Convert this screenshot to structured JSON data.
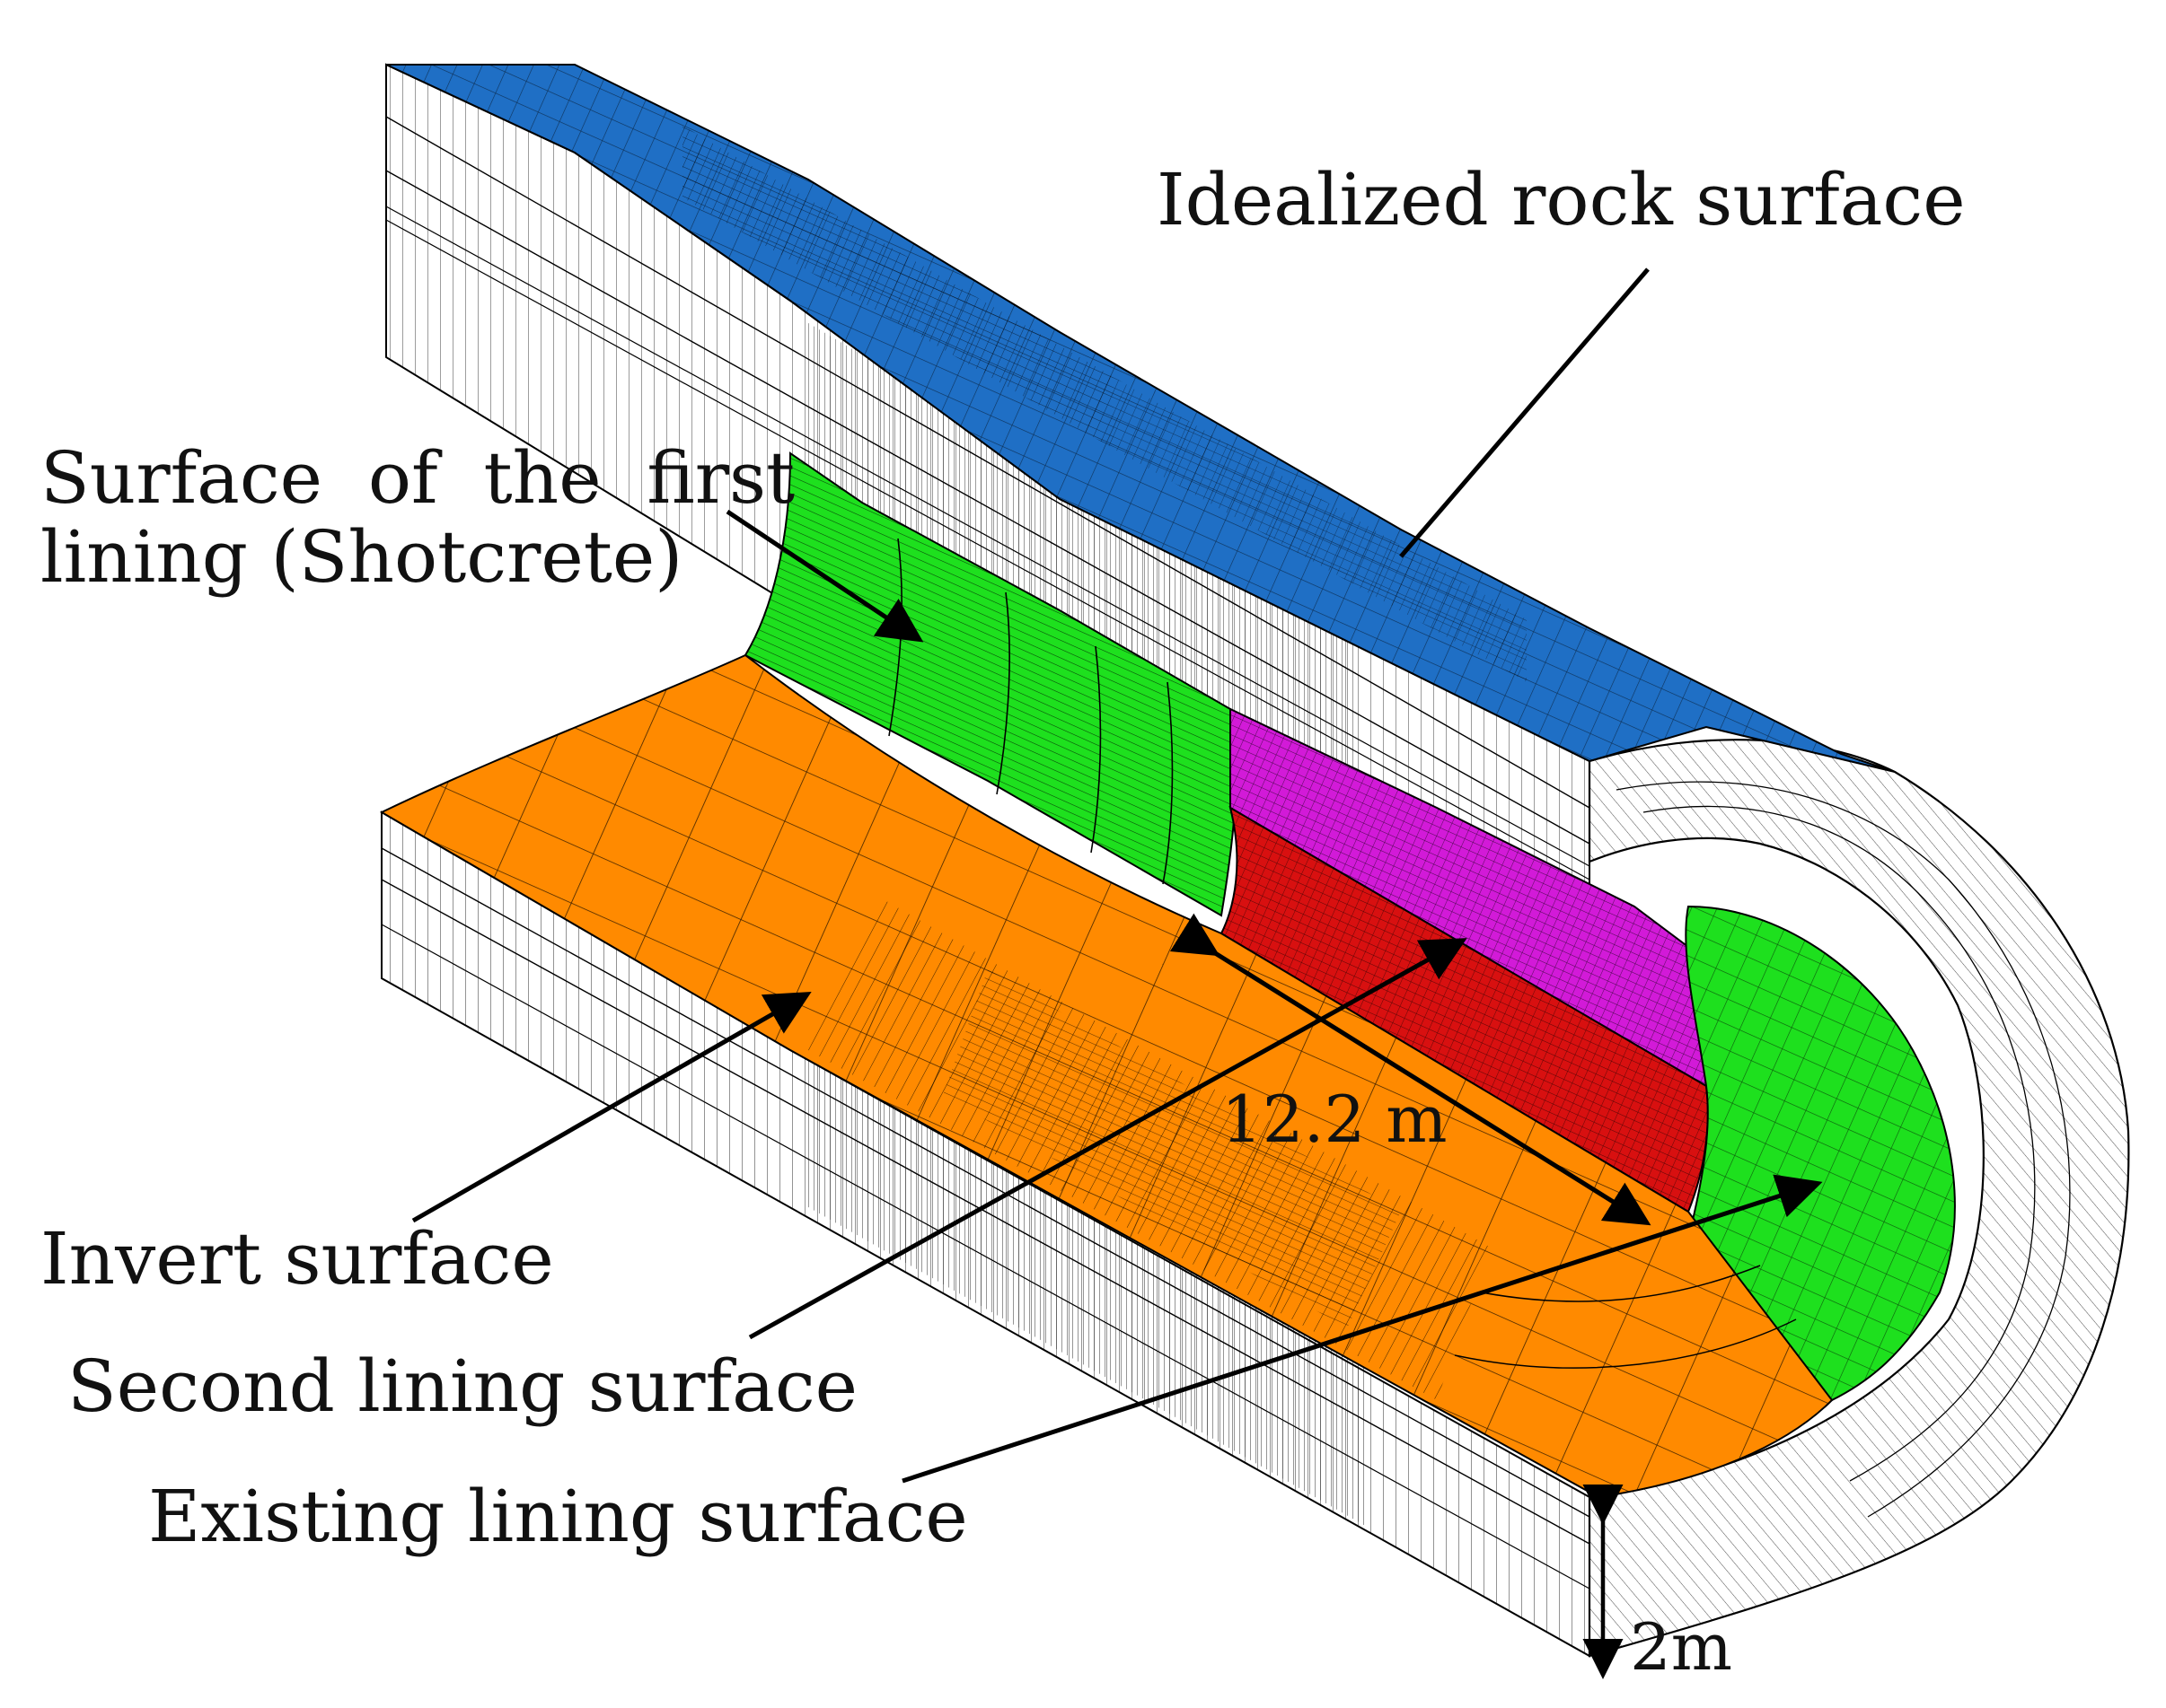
{
  "labels": {
    "idealized_rock": "Idealized rock surface",
    "first_lining_line1": "Surface  of  the  first",
    "first_lining_line2": "lining (Shotcrete)",
    "invert": "Invert surface",
    "second_lining": "Second lining surface",
    "existing_lining": "Existing lining surface",
    "length_dim": "12.2 m",
    "depth_dim": "2m"
  },
  "colors": {
    "rock_top": "#1f6fc5",
    "first_lining": "#1ee01e",
    "invert": "#ff8a00",
    "second_lining": "#d81010",
    "existing_lining": "#d21ad8",
    "mesh_line": "#000000",
    "block_face": "#ffffff"
  }
}
